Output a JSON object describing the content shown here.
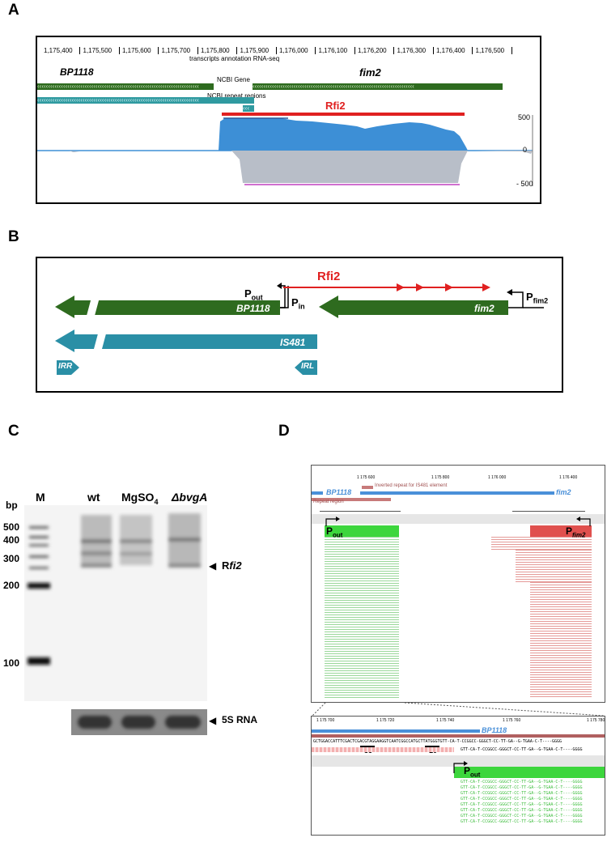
{
  "panels": {
    "a": "A",
    "b": "B",
    "c": "C",
    "d": "D"
  },
  "panel_a": {
    "ticks": [
      "1,175,400",
      "1,175,500",
      "1,175,600",
      "1,175,700",
      "1,175,800",
      "1,175,900",
      "1,176,000",
      "1,176,100",
      "1,176,200",
      "1,176,300",
      "1,176,400",
      "1,176,500"
    ],
    "track_title": "transcripts annotation RNA-seq",
    "gene_left": "BP1118",
    "gene_right": "fim2",
    "ncbi_gene": "NCBI Gene",
    "ncbi_repeat": "NCBI repeat regions",
    "rfi2": "Rfi2",
    "scale": [
      "500",
      "0",
      "- 500"
    ],
    "chevrons": "‹‹‹‹‹‹‹‹‹‹‹‹‹‹‹‹‹‹‹‹‹‹‹‹‹‹‹‹‹‹‹‹‹‹‹‹‹‹‹‹‹‹‹‹‹‹‹‹‹‹‹‹‹‹‹‹‹‹‹‹‹‹‹‹‹‹‹‹‹‹‹‹‹‹‹",
    "short_chevrons": "‹‹‹",
    "colors": {
      "gene": "#2e6b1f",
      "repeat": "#2f9aa0",
      "rfi2": "#e02020",
      "plus": "#3d8fd6",
      "minus": "#b8bec8"
    }
  },
  "panel_b": {
    "rfi2": "Rfi2",
    "bp1118": "BP1118",
    "fim2": "fim2",
    "is481": "IS481",
    "irr": "IRR",
    "irl": "IRL",
    "p_out": "P",
    "p_out_sub": "out",
    "p_in": "P",
    "p_in_sub": "in",
    "p_fim2": "P",
    "p_fim2_sub": "fim2",
    "colors": {
      "gene": "#2e6b1f",
      "is": "#2a8fa6",
      "rfi2": "#e02020"
    }
  },
  "panel_c": {
    "bp_label": "bp",
    "markers": [
      "500",
      "400",
      "300",
      "200",
      "100"
    ],
    "lanes": [
      "M",
      "wt",
      "MgSO",
      "ΔbvgA"
    ],
    "lane_mg_sub": "4",
    "band_label_pre": "R",
    "band_label_it": "fi2",
    "loading": "5S RNA"
  },
  "panel_d": {
    "top_ticks": [
      "1 175 600",
      "1 175 800",
      "1 176 000",
      "1 176 400"
    ],
    "bp1118": "BP1118",
    "fim2": "fim2",
    "inverted_repeat": "Inverted repeat for IS481 element",
    "repeat_region": "Repeat region",
    "p_out": "P",
    "p_out_sub": "out",
    "p_fim2": "P",
    "p_fim2_sub": "fim2",
    "zoom_ticks": [
      "1 175 700",
      "1 175 720",
      "1 175 740",
      "1 175 760",
      "1 175 780"
    ],
    "zoom_bp1118": "BP1118",
    "sequence": "GCTGGACCATTTCGACTCGACGTAGGAAGGTCAATCGGCCATGCTTATGGGTGTT-CA-T-CCGGCC-GGGCT-CC-TT-GA--G-TGAA-C-T----GGGG",
    "minus35": "-35",
    "minus10": "-10",
    "read_seq": "GTT-CA-T-CCGGCC-GGGCT-CC-TT-GA--G-TGAA-C-T----GGGG",
    "colors": {
      "green": "#3dd63d",
      "read_green": "#9ad89a",
      "red": "#e0504e",
      "read_red": "#e59a98",
      "blue": "#4a90d9"
    }
  }
}
